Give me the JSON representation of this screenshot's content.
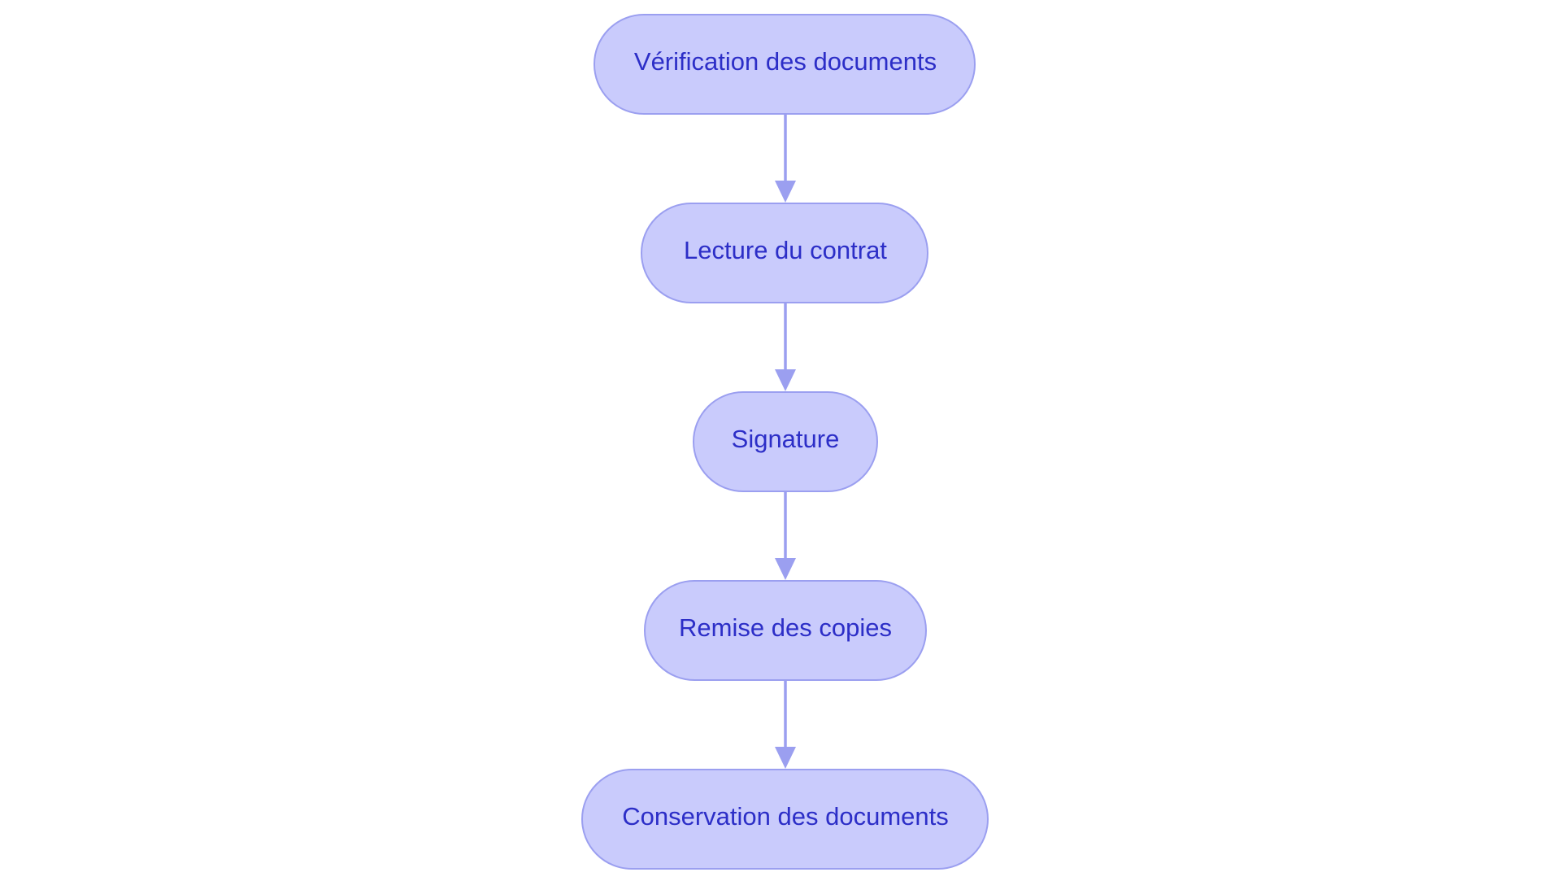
{
  "diagram": {
    "type": "flowchart",
    "direction": "top-to-bottom",
    "node_shape": "stadium",
    "colors": {
      "node_fill": "#c9cbfc",
      "node_border": "#9b9ff0",
      "label_text": "#2c2ec7",
      "edge": "#9b9ff0",
      "background": "#ffffff"
    },
    "nodes": [
      {
        "id": "verification",
        "label": "Vérification des documents"
      },
      {
        "id": "lecture",
        "label": "Lecture du contrat"
      },
      {
        "id": "signature",
        "label": "Signature"
      },
      {
        "id": "remise",
        "label": "Remise des copies"
      },
      {
        "id": "conservation",
        "label": "Conservation des documents"
      }
    ],
    "edges": [
      {
        "from": "verification",
        "to": "lecture"
      },
      {
        "from": "lecture",
        "to": "signature"
      },
      {
        "from": "signature",
        "to": "remise"
      },
      {
        "from": "remise",
        "to": "conservation"
      }
    ]
  }
}
